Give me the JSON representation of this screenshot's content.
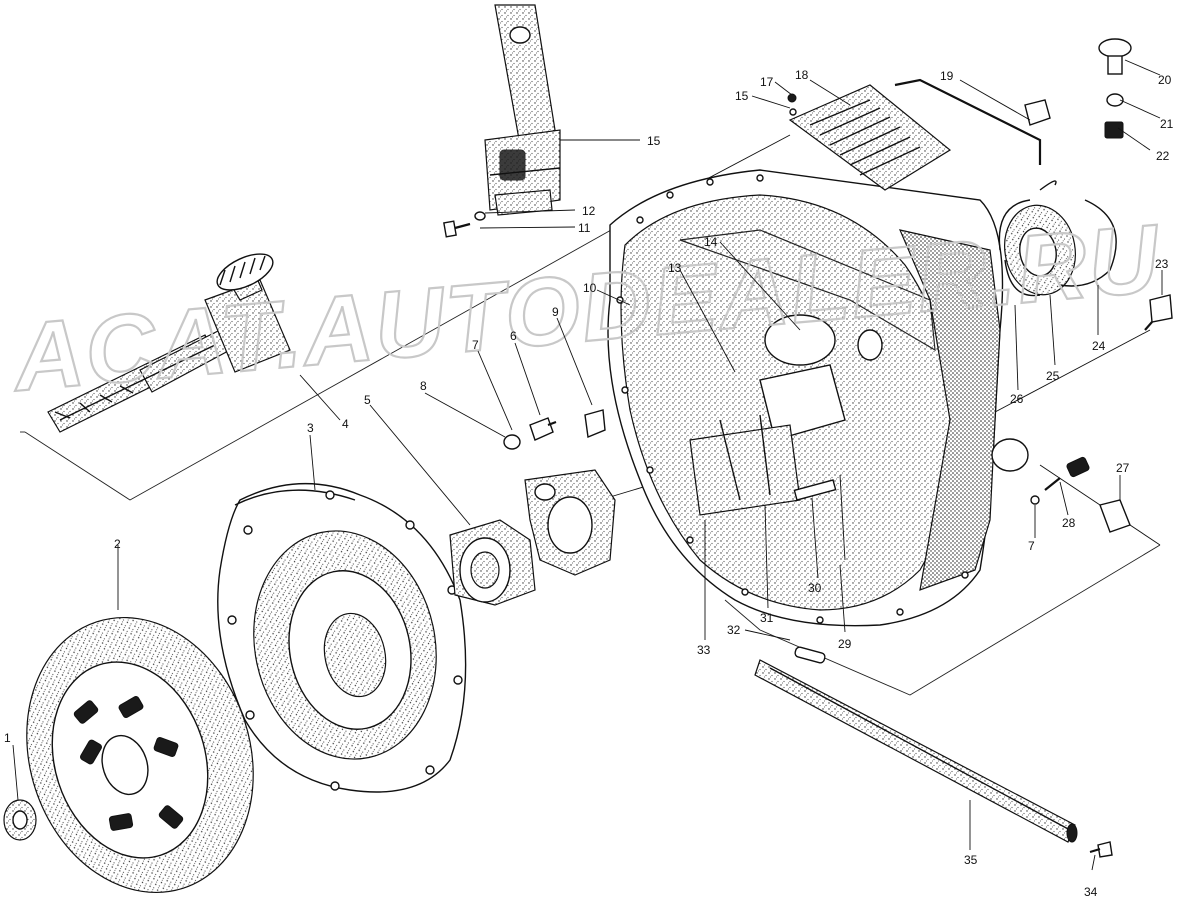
{
  "watermark": "ACAT.AUTODEALER.RU",
  "callouts": [
    "1",
    "2",
    "3",
    "4",
    "5",
    "6",
    "7",
    "8",
    "9",
    "10",
    "11",
    "12",
    "13",
    "14",
    "15",
    "15",
    "17",
    "18",
    "19",
    "20",
    "21",
    "22",
    "23",
    "24",
    "25",
    "26",
    "27",
    "28",
    "29",
    "30",
    "31",
    "32",
    "33",
    "34",
    "35",
    "7"
  ],
  "colors": {
    "ink": "#111111",
    "paper": "#ffffff",
    "watermark": "#c8c8c8"
  }
}
